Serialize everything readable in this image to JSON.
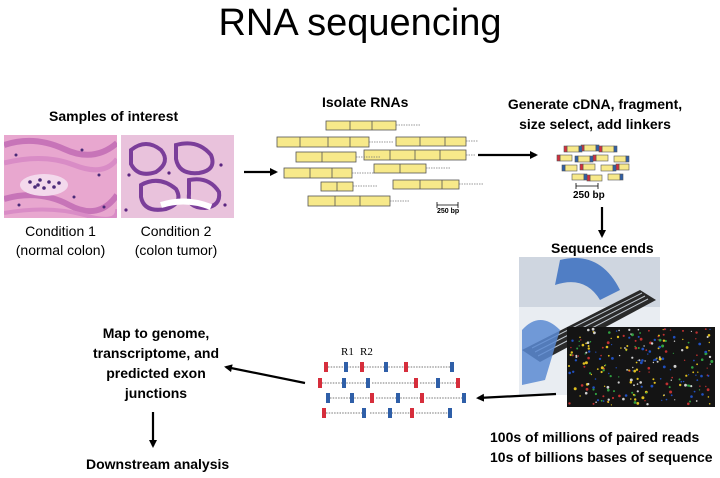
{
  "title": "RNA sequencing",
  "steps": {
    "samples": "Samples of interest",
    "isolate": "Isolate RNAs",
    "generate_line1": "Generate cDNA, fragment,",
    "generate_line2": "size select, add linkers",
    "sequence": "Sequence ends",
    "map_line1": "Map to genome,",
    "map_line2": "transcriptome, and",
    "map_line3": "predicted exon",
    "map_line4": "junctions",
    "downstream": "Downstream analysis"
  },
  "conditions": {
    "c1_line1": "Condition 1",
    "c1_line2": "(normal colon)",
    "c2_line1": "Condition 2",
    "c2_line2": "(colon tumor)"
  },
  "scale": {
    "isolate_label": "250 bp",
    "fragment_label": "250 bp"
  },
  "reads": {
    "r1": "R1",
    "r2": "R2",
    "stat_line1": "100s of millions of paired reads",
    "stat_line2": "10s of billions bases of sequence"
  },
  "colors": {
    "tissue_pink": "#e8a7cf",
    "tissue_purple": "#7b3e9a",
    "rna_yellow": "#f7e98a",
    "read_red": "#d62e3c",
    "read_blue": "#2f5fa8"
  }
}
